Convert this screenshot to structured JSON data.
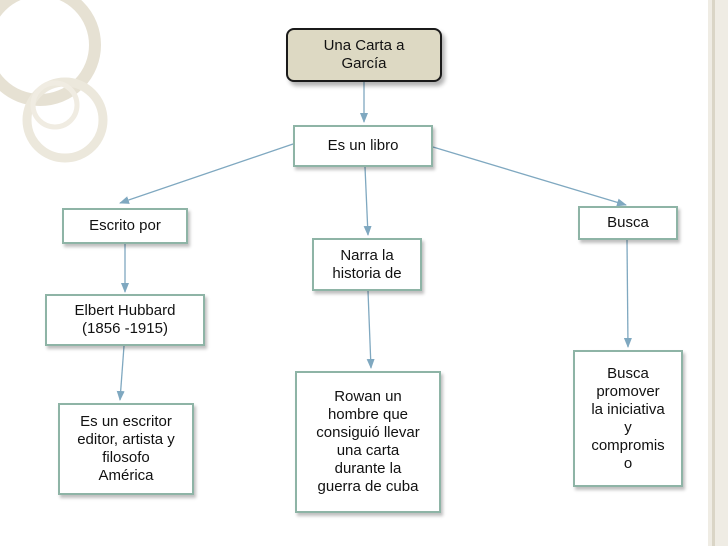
{
  "diagram": {
    "nodes": {
      "root": "Una Carta a\nGarcía",
      "libro": "Es un libro",
      "escrito": "Escrito por",
      "narra": "Narra la\nhistoria de",
      "busca": "Busca",
      "hubbard": "Elbert Hubbard\n(1856 -1915)",
      "rowan": "Rowan un\nhombre que\nconsiguió llevar\nuna carta\ndurante la\nguerra de cuba",
      "escritor": "Es un escritor\neditor, artista y\nfilosofo\nAmérica",
      "promover": "Busca\npromover\nla iniciativa\ny\ncompromis\no"
    },
    "colors": {
      "root_fill": "#ddd9c3",
      "root_border": "#1a1a1a",
      "node_border": "#8eb4a6",
      "arrow": "#7fa8c0"
    }
  }
}
